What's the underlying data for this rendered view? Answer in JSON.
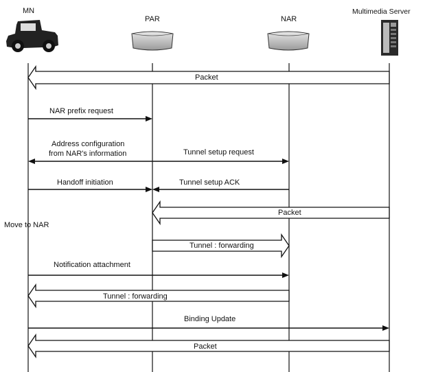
{
  "entities": [
    {
      "id": "mn",
      "label": "MN",
      "icon": "car-icon"
    },
    {
      "id": "par",
      "label": "PAR",
      "icon": "router-icon"
    },
    {
      "id": "nar",
      "label": "NAR",
      "icon": "router-icon"
    },
    {
      "id": "server",
      "label": "Multimedia Server",
      "icon": "server-icon"
    }
  ],
  "messages": {
    "packet_1": "Packet",
    "nar_prefix_request": "NAR prefix request",
    "address_config_line1": "Address configuration",
    "address_config_line2": "from NAR's information",
    "tunnel_setup_request": "Tunnel setup request",
    "handoff_initiation": "Handoff initiation",
    "tunnel_setup_ack": "Tunnel setup ACK",
    "packet_2": "Packet",
    "tunnel_forwarding_1": "Tunnel : forwarding",
    "notification_attachment": "Notification attachment",
    "tunnel_forwarding_2": "Tunnel : forwarding",
    "binding_update": "Binding Update",
    "packet_3": "Packet"
  },
  "annotations": {
    "move_to_nar": "Move to NAR"
  }
}
